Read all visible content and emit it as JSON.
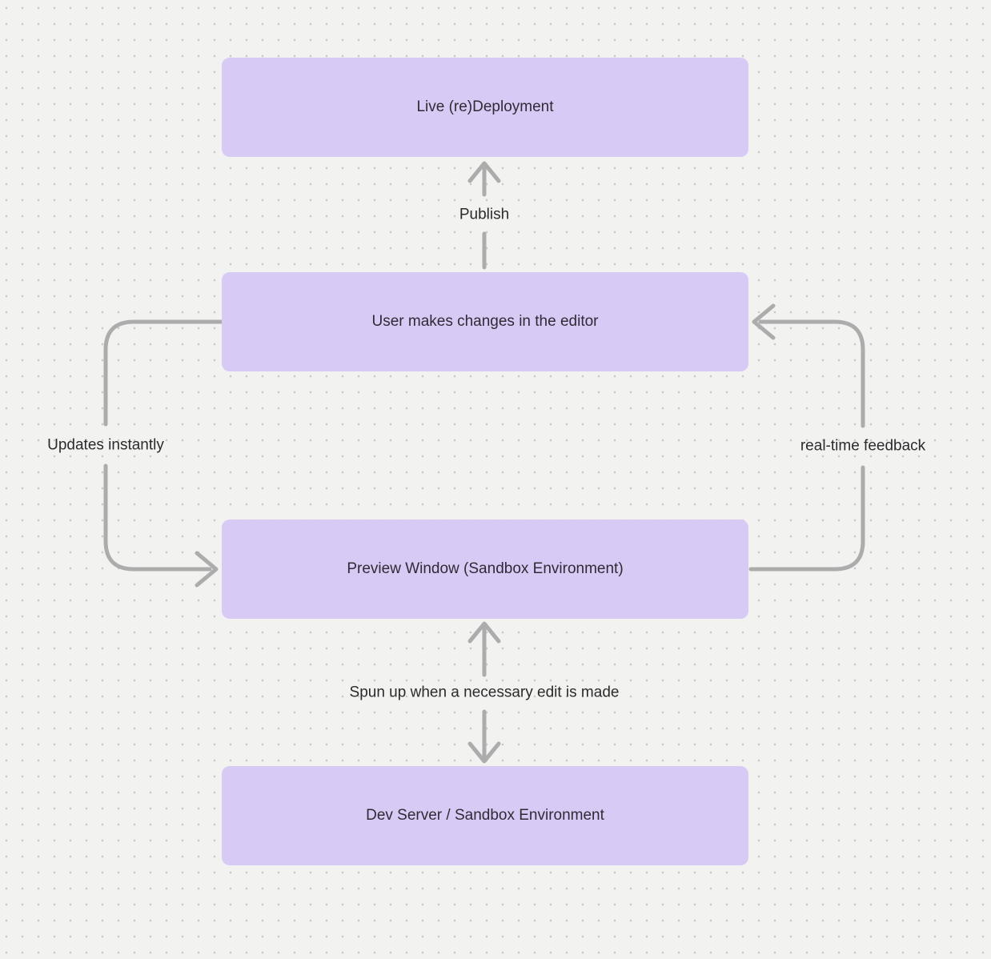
{
  "theme": {
    "canvas_bg": "#f2f2f1",
    "dot_color": "#c7c7c7",
    "node_fill": "#d7cbf5",
    "node_text": "#2e2b35",
    "label_color": "#2b2b2b",
    "edge_color": "#acacac"
  },
  "nodes": [
    {
      "id": "live-redeployment",
      "label": "Live (re)Deployment"
    },
    {
      "id": "user-edits",
      "label": "User makes changes in the editor"
    },
    {
      "id": "preview-window",
      "label": "Preview Window (Sandbox Environment)"
    },
    {
      "id": "dev-server",
      "label": "Dev Server / Sandbox Environment"
    }
  ],
  "edges": [
    {
      "id": "publish",
      "label": "Publish",
      "from": "user-edits",
      "to": "live-redeployment",
      "direction": "up"
    },
    {
      "id": "updates-instantly",
      "label": "Updates instantly",
      "from": "user-edits",
      "to": "preview-window",
      "direction": "left-loop-down"
    },
    {
      "id": "realtime-feedback",
      "label": "real-time feedback",
      "from": "preview-window",
      "to": "user-edits",
      "direction": "right-loop-up"
    },
    {
      "id": "spun-up",
      "label": "Spun up when a necessary edit is made",
      "from": "dev-server",
      "to": "preview-window",
      "direction": "bidirectional"
    }
  ]
}
